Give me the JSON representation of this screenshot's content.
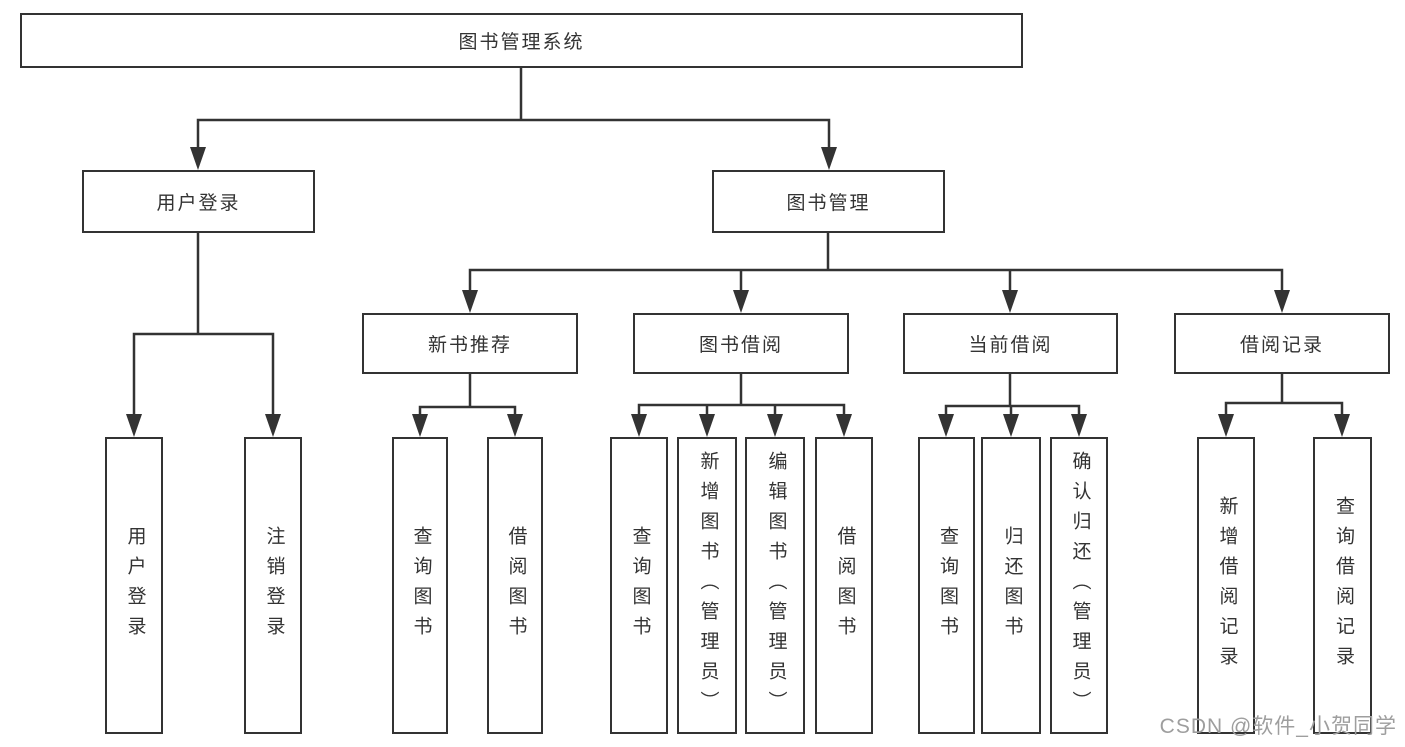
{
  "diagram_title": "图书管理系统",
  "tree": {
    "root": {
      "label": "图书管理系统"
    },
    "branches": [
      {
        "label": "用户登录",
        "children": [
          {
            "label": "用户登录"
          },
          {
            "label": "注销登录"
          }
        ]
      },
      {
        "label": "图书管理",
        "children": [
          {
            "label": "新书推荐",
            "children": [
              {
                "label": "查询图书"
              },
              {
                "label": "借阅图书"
              }
            ]
          },
          {
            "label": "图书借阅",
            "children": [
              {
                "label": "查询图书"
              },
              {
                "label": "新增图书（管理员）"
              },
              {
                "label": "编辑图书（管理员）"
              },
              {
                "label": "借阅图书"
              }
            ]
          },
          {
            "label": "当前借阅",
            "children": [
              {
                "label": "查询图书"
              },
              {
                "label": "归还图书"
              },
              {
                "label": "确认归还（管理员）"
              }
            ]
          },
          {
            "label": "借阅记录",
            "children": [
              {
                "label": "新增借阅记录"
              },
              {
                "label": "查询借阅记录"
              }
            ]
          }
        ]
      }
    ]
  },
  "watermark": {
    "text": "CSDN @软件_小贺同学",
    "color": "#9e9e9e"
  },
  "colors": {
    "background": "#ffffff",
    "line": "#333333",
    "box_border": "#333333",
    "text": "#333333"
  }
}
